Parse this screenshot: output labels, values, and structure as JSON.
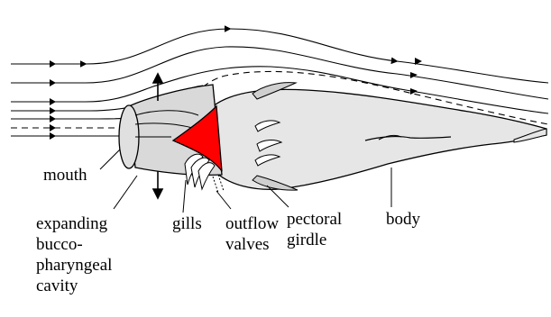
{
  "labels": {
    "mouth": "mouth",
    "cavity": [
      "expanding",
      "bucco-",
      "pharyngeal",
      "cavity"
    ],
    "gills": "gills",
    "outflow_valves": [
      "outflow",
      "valves"
    ],
    "pectoral_girdle": [
      "pectoral",
      "girdle"
    ],
    "body": "body"
  },
  "colors": {
    "body_fill": "#e6e6e6",
    "cavity_fill": "#d9d9d9",
    "girdle_fill": "#ff0000",
    "outline": "#000000"
  }
}
